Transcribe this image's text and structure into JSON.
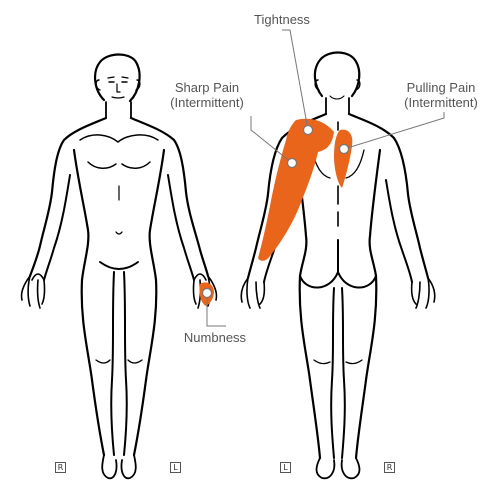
{
  "labels": {
    "tightness": "Tightness",
    "sharp_pain": {
      "line1": "Sharp Pain",
      "line2": "(Intermittent)"
    },
    "pulling_pain": {
      "line1": "Pulling Pain",
      "line2": "(Intermittent)"
    },
    "numbness": "Numbness"
  },
  "side_markers": {
    "front_right": "R",
    "front_left": "L",
    "back_left": "L",
    "back_right": "R"
  },
  "colors": {
    "pain_region": "#E8651B",
    "outline": "#000000",
    "leader_line": "#777777",
    "label_text": "#555555"
  }
}
